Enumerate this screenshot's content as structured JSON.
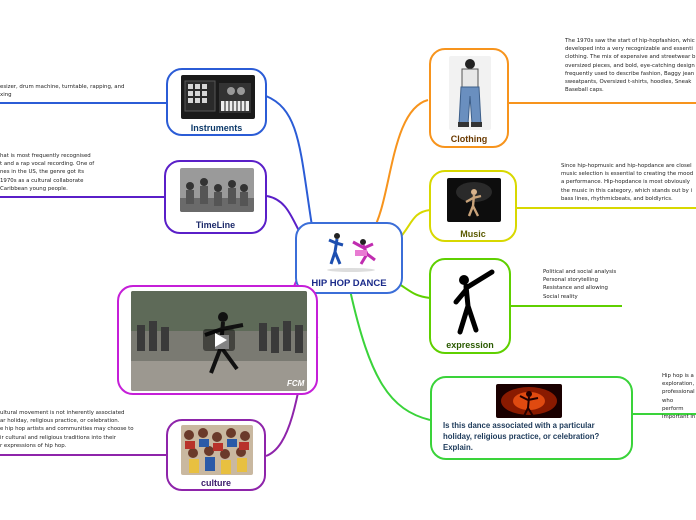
{
  "center": {
    "title": "HIP HOP DANCE"
  },
  "colors": {
    "clothing": "#f7941d",
    "music": "#d8d800",
    "expression": "#5fd000",
    "holiday": "#3ad33a",
    "instruments": "#2b5cd6",
    "timeline": "#5a1fc8",
    "video": "#c51fd8",
    "culture": "#8e24aa"
  },
  "branches": {
    "clothing": {
      "label": "Clothing",
      "note": "The 1970s saw the start of hip-hopfashion, whic\ndeveloped into a very recognizable and essenti\nclothing. The mix of expensive and streetwear b\noversized pieces, and bold, eye-catching design\nfrequently used to describe fashion, Baggy jean\nsweatpants,  Oversized t-shirts,  hoodies, Sneak\nBaseball caps."
    },
    "music": {
      "label": "Music",
      "note": "Since hip-hopmusic and hip-hopdance are closel\nmusic selection is essential to creating the mood\na performance. Hip-hopdance is most obviously\nthe music in this category, which stands out by i\nbass lines, rhythmicbeats, and boldlyrics."
    },
    "expression": {
      "label": "expression",
      "note": "Political and social analysis\nPersonal storytelling\nResistance and allowing\nSocial reality"
    },
    "holiday": {
      "label": "Is this dance associated with a particular holiday, religious practice, or celebration? Explain.",
      "note": "Hip hop is a\nexploration,\nprofessional\nwho perform\nimportant in"
    },
    "instruments": {
      "label": "Instruments",
      "note": "esizer, drum machine, turntable, rapping, and\nxing"
    },
    "timeline": {
      "label": "TimeLine",
      "note": "hat is most frequently recognised\nt and a rap vocal recording. One of\nnes in the US, the genre got its\n 1970s as a cultural collaborate\nCaribbean young people."
    },
    "video": {
      "watermark": "FCM"
    },
    "culture": {
      "label": "culture",
      "note": "ultural movement is not inherently associated\nar holiday, religious practice, or celebration.\ne hip hop artists and communities may choose to\nir cultural and religious traditions into their\nr expressions of hip hop."
    }
  }
}
